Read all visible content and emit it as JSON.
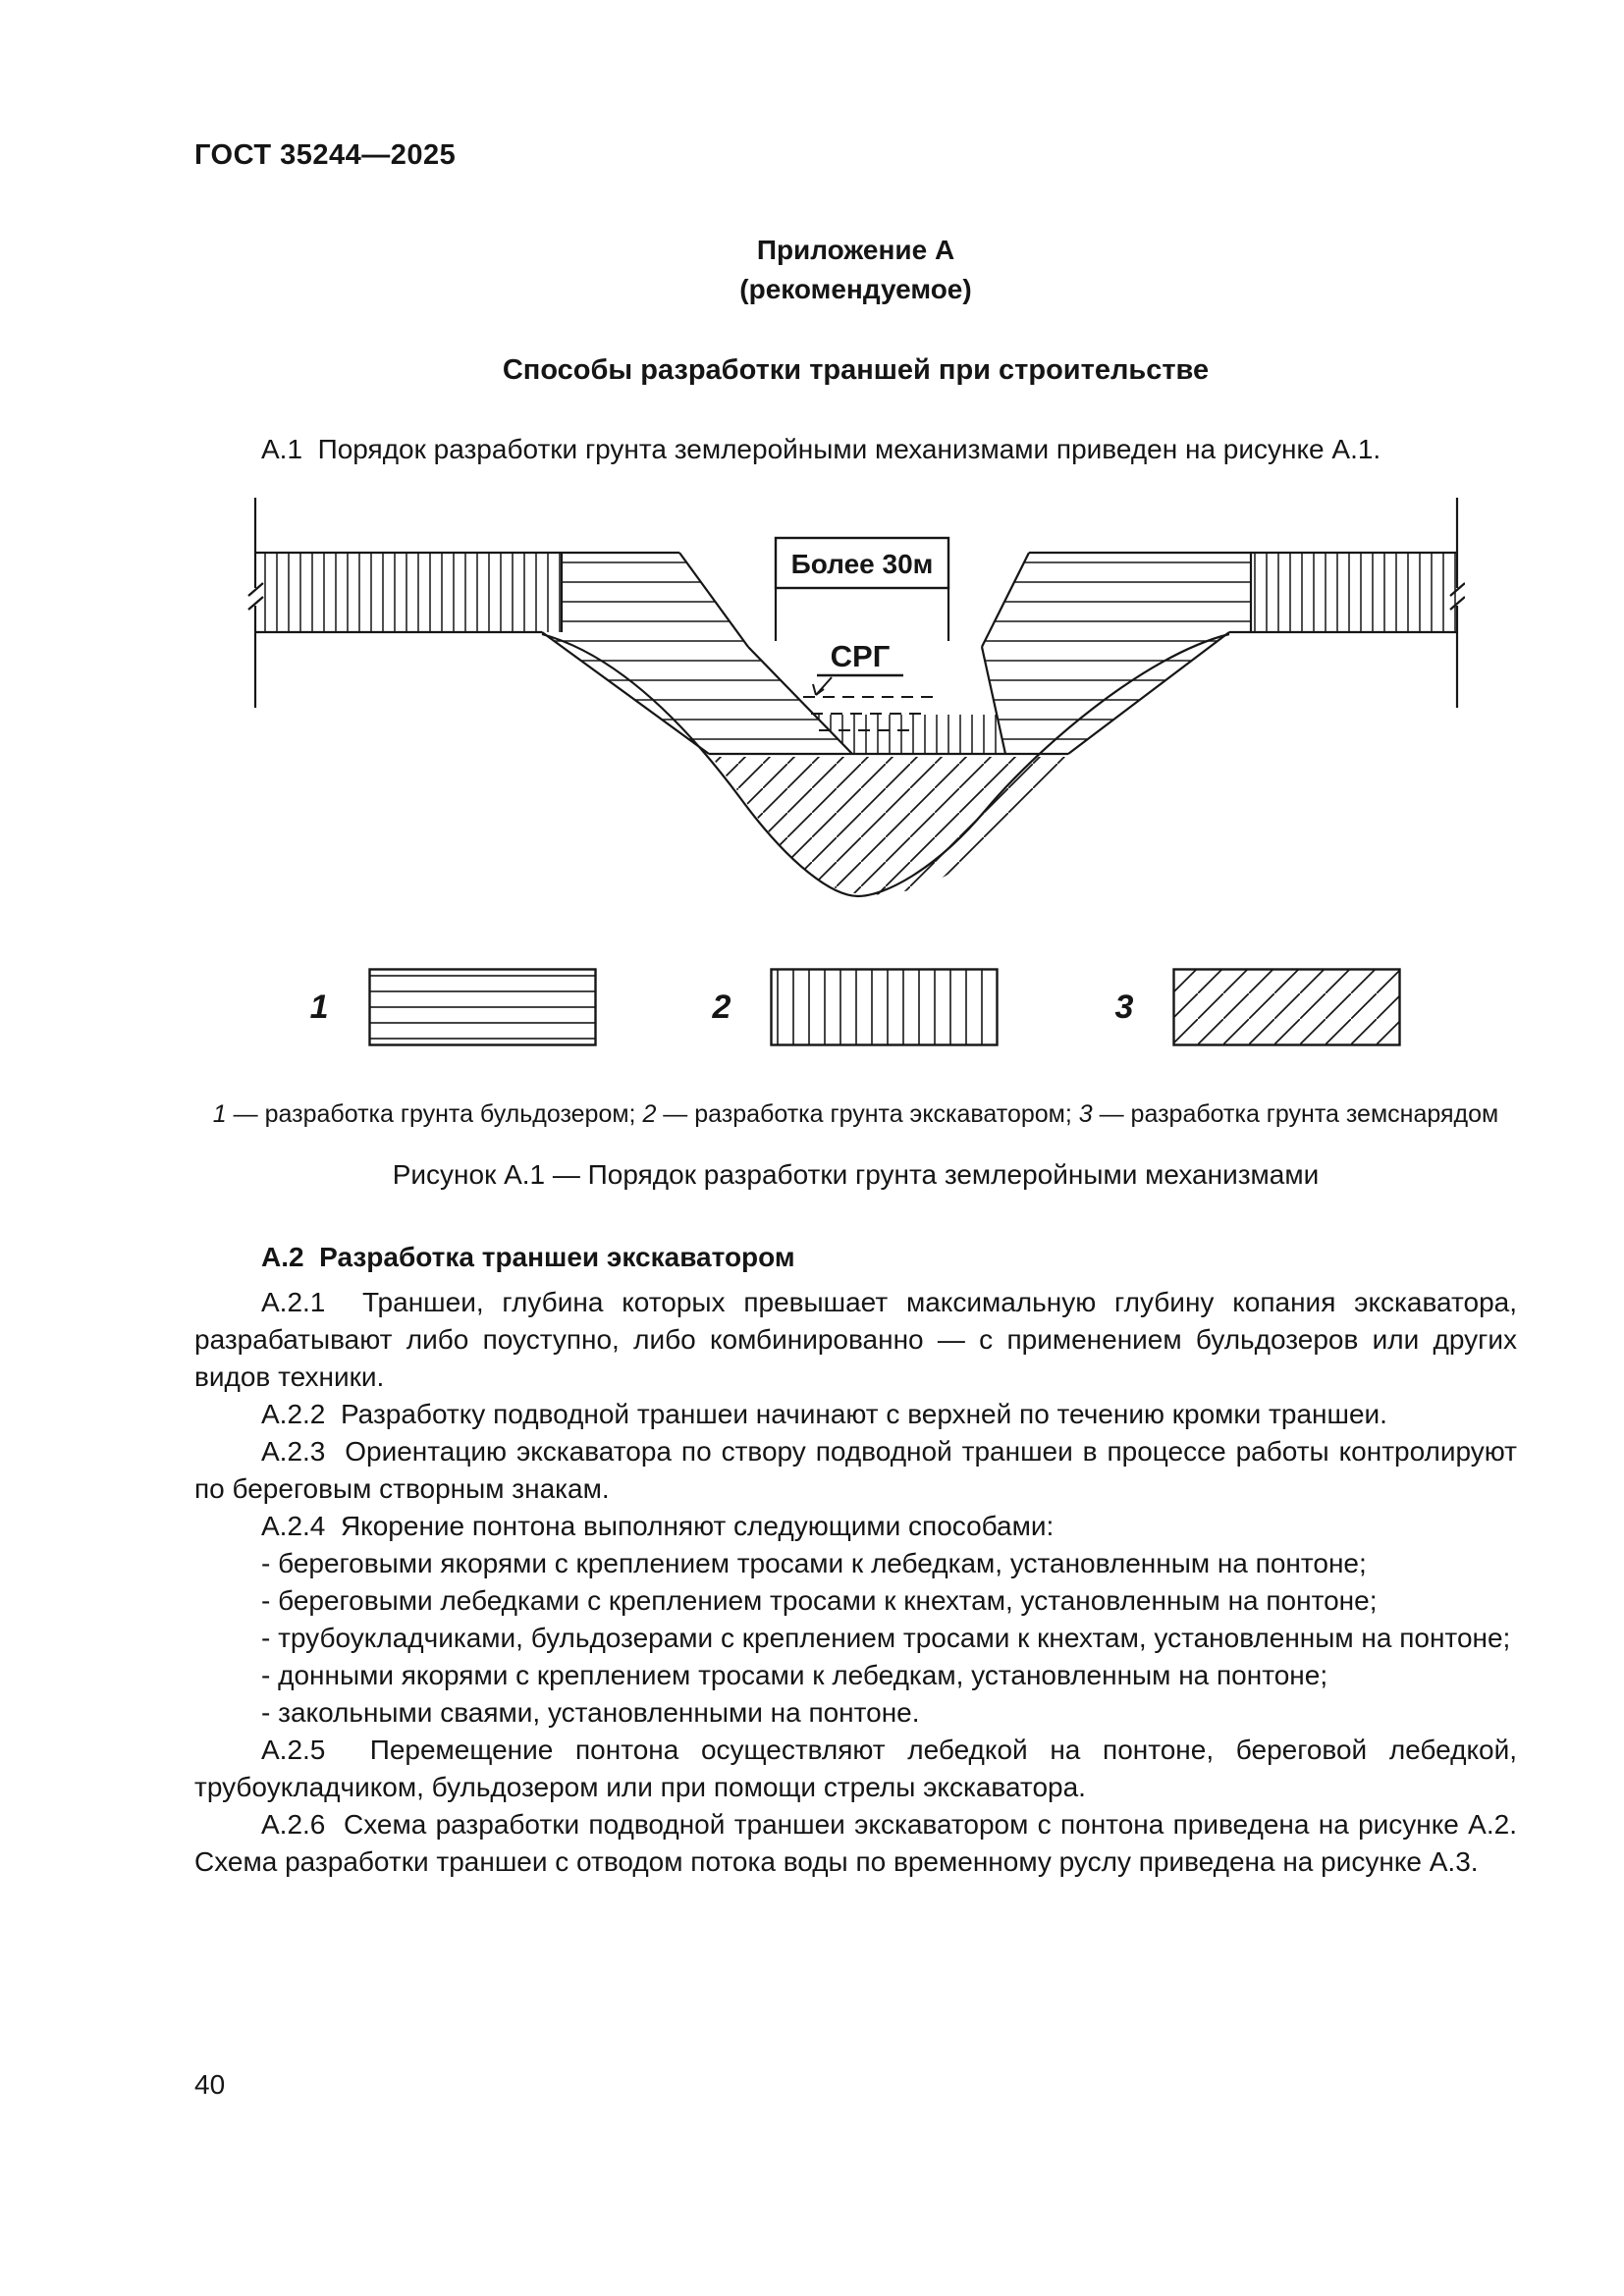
{
  "page": {
    "header": "ГОСТ 35244—2025",
    "number": "40"
  },
  "appendix": {
    "label": "Приложение А",
    "type": "(рекомендуемое)",
    "title": "Способы разработки траншей при строительстве"
  },
  "intro": "А.1  Порядок разработки грунта землеройными механизмами приведен на рисунке А.1.",
  "figure": {
    "dim_label": "Более 30м",
    "level_label": "СРГ",
    "legend": [
      {
        "num": "1",
        "desc": " — разработка грунта бульдозером; "
      },
      {
        "num": "2",
        "desc": " — разработка грунта экскаватором; "
      },
      {
        "num": "3",
        "desc": " — разработка грунта земснарядом"
      }
    ],
    "caption": "Рисунок А.1 — Порядок разработки грунта землеройными механизмами"
  },
  "section": {
    "heading": "А.2  Разработка траншеи экскаватором",
    "paragraphs": [
      "А.2.1  Траншеи, глубина которых превышает максимальную глубину копания экскаватора, разрабатывают либо поуступно, либо комбинированно — с применением бульдозеров или других видов техники.",
      "А.2.2  Разработку подводной траншеи начинают с верхней по течению кромки траншеи.",
      "А.2.3  Ориентацию экскаватора по створу подводной траншеи в процессе работы контролируют по береговым створным знакам.",
      "А.2.4  Якорение понтона выполняют следующими способами:",
      "- береговыми якорями с креплением тросами к лебедкам, установленным на понтоне;",
      "- береговыми лебедками с креплением тросами к кнехтам, установленным на понтоне;",
      "- трубоукладчиками, бульдозерами с креплением тросами к кнехтам, установленным на понтоне;",
      "- донными якорями с креплением тросами к лебедкам, установленным на понтоне;",
      "- закольными сваями, установленными на понтоне.",
      "А.2.5  Перемещение понтона осуществляют лебедкой на понтоне, береговой лебедкой, трубоукладчиком, бульдозером или при помощи стрелы экскаватора.",
      "А.2.6  Схема разработки подводной траншеи экскаватором с понтона приведена на рисунке А.2. Схема разработки траншеи с отводом потока воды по временному руслу приведена на рисунке А.3."
    ]
  }
}
